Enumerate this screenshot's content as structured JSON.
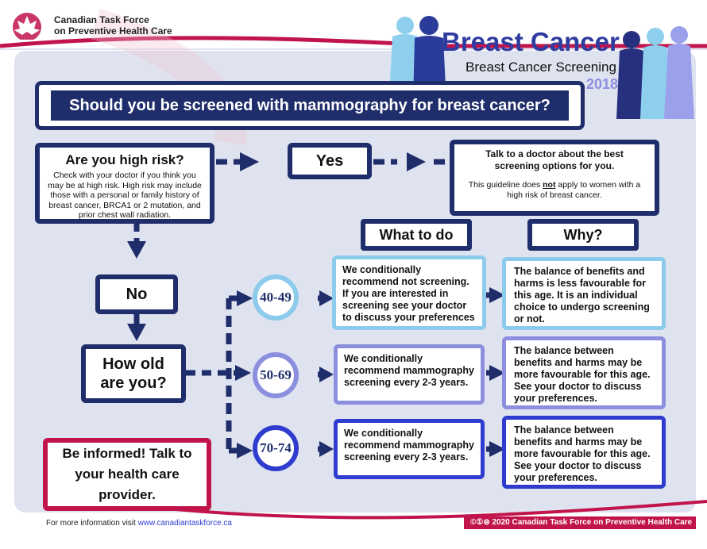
{
  "org": {
    "line1": "Canadian Task Force",
    "line2": "on Preventive Health Care"
  },
  "header": {
    "title": "Breast Cancer",
    "subtitle": "Breast Cancer Screening",
    "year": "2018"
  },
  "question": "Should you be screened with mammography for breast cancer?",
  "risk": {
    "heading": "Are you high risk?",
    "body": "Check with your doctor if you think you may be at high risk. High risk may include those with a personal or family history of breast cancer, BRCA1 or 2 mutation, and prior chest wall radiation."
  },
  "yes_label": "Yes",
  "high_risk_advice": {
    "main": "Talk to a doctor about the best screening options for you.",
    "note_before": "This guideline does ",
    "note_emph": "not",
    "note_after": " apply to women with a high risk of breast cancer."
  },
  "no_label": "No",
  "age_question": "How old are you?",
  "columns": {
    "what": "What to do",
    "why": "Why?"
  },
  "age_groups": [
    {
      "age": "40-49",
      "color": "#8ccbeb",
      "what": "We conditionally recommend not screening. If you are interested in screening see your doctor to discuss your preferences",
      "why": "The balance of benefits and harms is less favourable for this age. It is an individual choice to undergo screening or not."
    },
    {
      "age": "50-69",
      "color": "#8c8fde",
      "what": "We conditionally recommend mammography screening every 2-3 years.",
      "why": "The balance between benefits and harms may be more favourable for this age. See your doctor to discuss your preferences."
    },
    {
      "age": "70-74",
      "color": "#2f3ccf",
      "what": "We conditionally recommend mammography screening every 2-3 years.",
      "why": "The balance between benefits and harms may be more favourable for this age. See your doctor to discuss your preferences."
    }
  ],
  "informed": "Be informed! Talk to your health care provider.",
  "footer": {
    "info_prefix": "For more information visit ",
    "info_link": "www.canadiantaskforce.ca",
    "copyright_icons": "©①⊜",
    "copyright": "2020 Canadian Task Force on Preventive Health Care"
  },
  "colors": {
    "navy": "#1f2d6b",
    "crimson": "#c0144b",
    "panel": "#dfe3ef"
  }
}
